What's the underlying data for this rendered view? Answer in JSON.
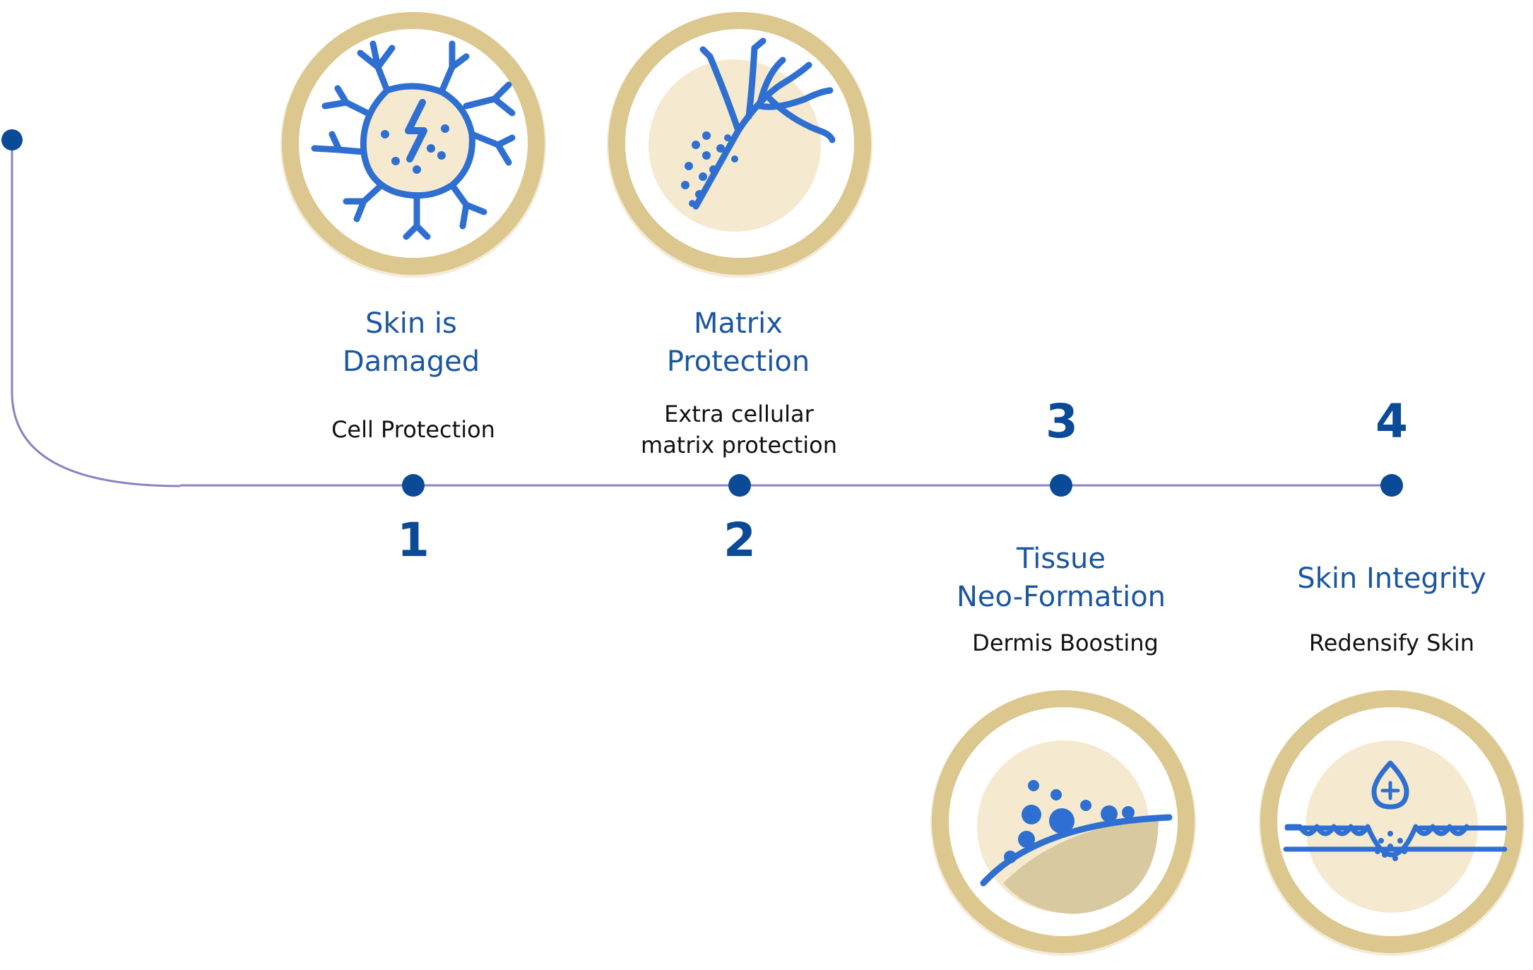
{
  "colors": {
    "ring": "#dcc78e",
    "ring_fill": "#ffffff",
    "disc": "#f5ead0",
    "icon": "#2f6fd1",
    "line": "#8a82c4",
    "dot": "#0b4a96",
    "title": "#1b56a0"
  },
  "steps": [
    {
      "number": "1",
      "title_lines": [
        "Skin is",
        "Damaged"
      ],
      "subtitle_lines": [
        "Cell Protection"
      ],
      "icon": "damaged-cell-icon"
    },
    {
      "number": "2",
      "title_lines": [
        "Matrix",
        "Protection"
      ],
      "subtitle_lines": [
        "Extra cellular",
        "matrix protection"
      ],
      "icon": "matrix-fiber-icon"
    },
    {
      "number": "3",
      "title_lines": [
        "Tissue",
        "Neo-Formation"
      ],
      "subtitle_lines": [
        "Dermis Boosting"
      ],
      "icon": "dermis-boost-icon"
    },
    {
      "number": "4",
      "title_lines": [
        "Skin Integrity"
      ],
      "subtitle_lines": [
        "Redensify Skin"
      ],
      "icon": "skin-integrity-icon"
    }
  ]
}
